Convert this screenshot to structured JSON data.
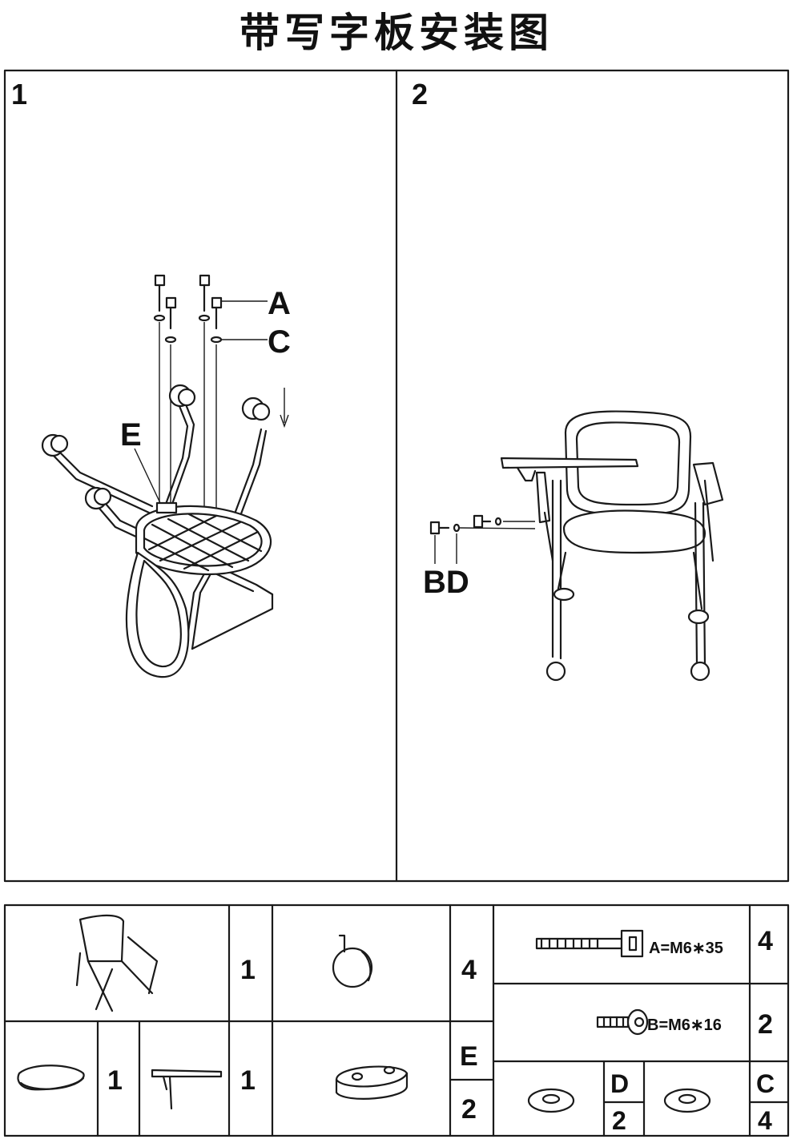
{
  "title": "带写字板安装图",
  "steps": [
    {
      "number": "1",
      "labels": {
        "screw": "A",
        "washer": "C",
        "pad": "E"
      }
    },
    {
      "number": "2",
      "labels": {
        "bolt_washer": "BD"
      }
    }
  ],
  "parts": {
    "frame": {
      "qty": "1"
    },
    "caster": {
      "qty": "4"
    },
    "screw_a": {
      "label": "A=M6∗35",
      "qty": "4"
    },
    "screw_b": {
      "label": "B=M6∗16",
      "qty": "2"
    },
    "seat": {
      "qty": "1"
    },
    "tablet": {
      "qty": "1"
    },
    "pad": {
      "letter": "E",
      "qty": "2"
    },
    "washer_d": {
      "letter": "D",
      "qty": "2"
    },
    "washer_c": {
      "letter": "C",
      "qty": "4"
    }
  }
}
